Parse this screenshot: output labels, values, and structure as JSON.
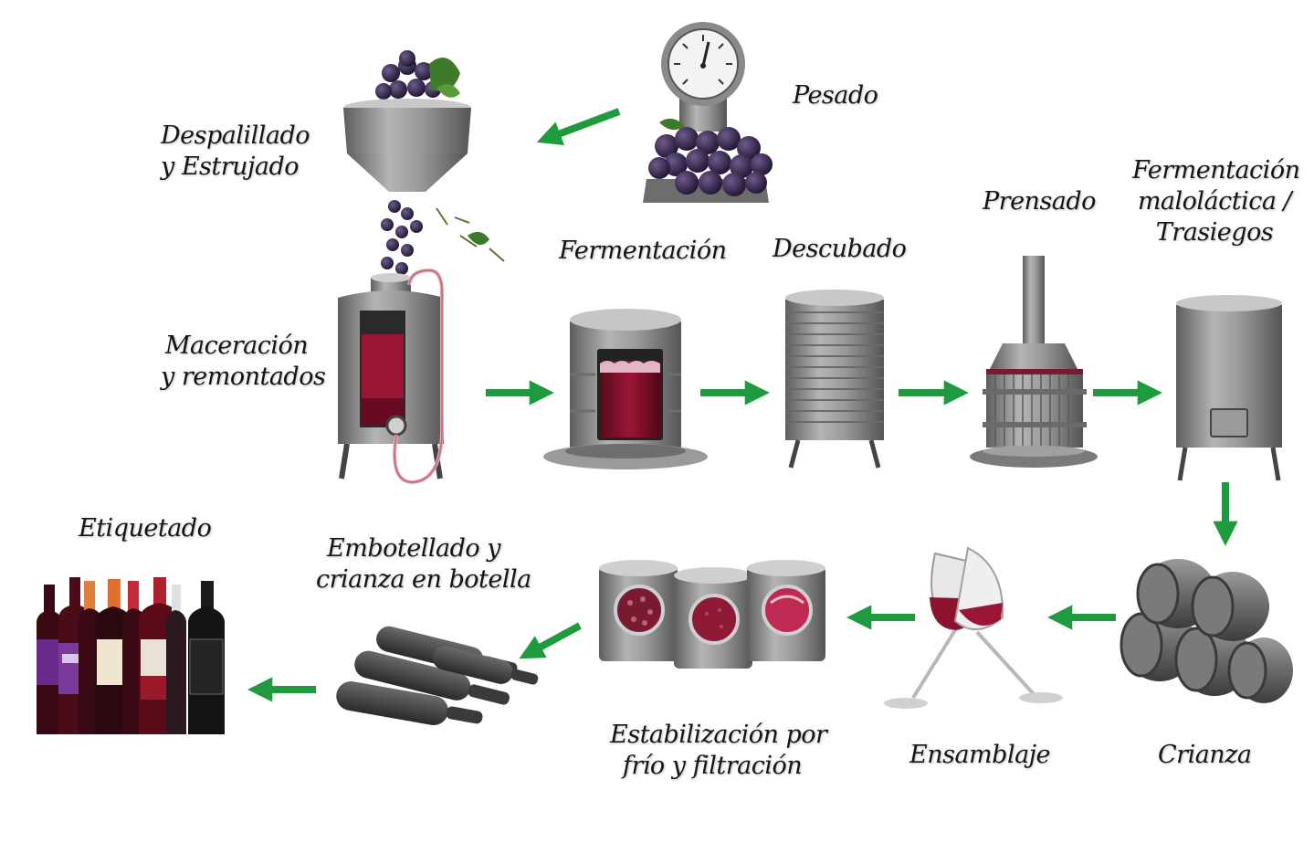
{
  "steps": {
    "pesado": "Pesado",
    "despalillado": [
      "Despalillado",
      "y Estrujado"
    ],
    "maceracion": [
      "Maceración",
      "y remontados"
    ],
    "fermentacion": "Fermentación",
    "descubado": "Descubado",
    "prensado": "Prensado",
    "malolactica": [
      "Fermentación",
      "maloláctica /",
      "Trasiegos"
    ],
    "crianza": "Crianza",
    "ensamblaje": "Ensamblaje",
    "estabilizacion": [
      "Estabilización por",
      "frío y filtración"
    ],
    "embotellado": [
      "Embotellado y",
      "crianza en botella"
    ],
    "etiquetado": "Etiquetado"
  },
  "colors": {
    "arrow": "#1f9a3e",
    "steel": "#8f8f8f",
    "wine": "#8e1230",
    "grape": "#2e2142",
    "leaf": "#3d7a2a"
  },
  "icons": [
    "scale-icon",
    "destemmer-icon",
    "maceration-tank-icon",
    "fermentation-tank-icon",
    "descubado-tank-icon",
    "press-icon",
    "malolactic-tank-icon",
    "barrels-icon",
    "wine-glasses-icon",
    "filtration-tanks-icon",
    "bottles-lying-icon",
    "labeled-bottles-icon"
  ]
}
